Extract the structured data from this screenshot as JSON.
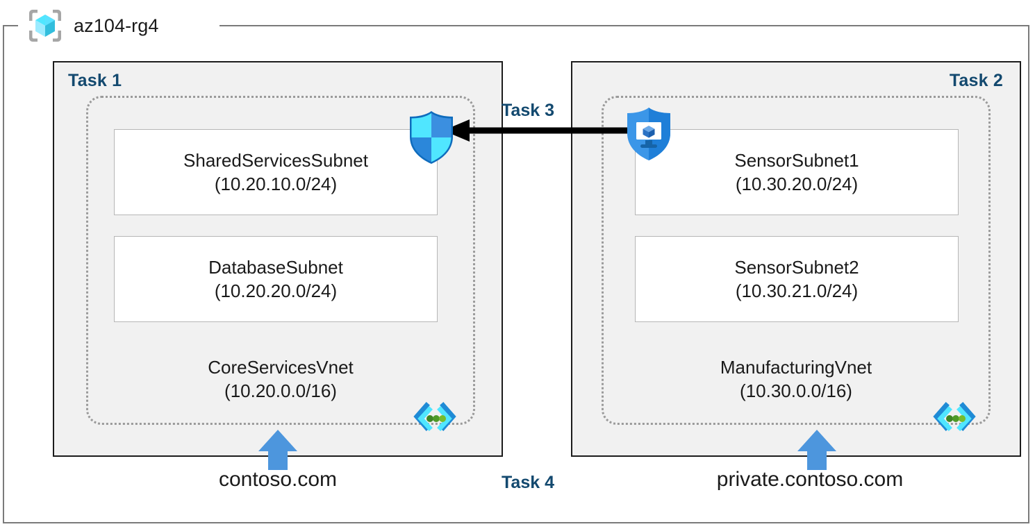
{
  "diagram": {
    "resource_group": {
      "name": "az104-rg4",
      "icon": "resource-group-icon"
    },
    "tasks": [
      {
        "id": "task1",
        "label": "Task 1"
      },
      {
        "id": "task2",
        "label": "Task 2"
      },
      {
        "id": "task3",
        "label": "Task 3"
      },
      {
        "id": "task4",
        "label": "Task 4"
      }
    ],
    "vnets": [
      {
        "id": "vnet1",
        "name": "CoreServicesVnet",
        "cidr": "(10.20.0.0/16)",
        "icon": "virtual-network-icon",
        "subnets": [
          {
            "name": "SharedServicesSubnet",
            "cidr": "(10.20.10.0/24)"
          },
          {
            "name": "DatabaseSubnet",
            "cidr": "(10.20.20.0/24)"
          }
        ]
      },
      {
        "id": "vnet2",
        "name": "ManufacturingVnet",
        "cidr": "(10.30.0.0/16)",
        "icon": "virtual-network-icon",
        "subnets": [
          {
            "name": "SensorSubnet1",
            "cidr": "(10.30.20.0/24)"
          },
          {
            "name": "SensorSubnet2",
            "cidr": "(10.30.21.0/24)"
          }
        ]
      }
    ],
    "security_icons": [
      {
        "id": "nsg",
        "icon": "network-security-group-shield-icon"
      },
      {
        "id": "asg",
        "icon": "application-security-group-shield-icon"
      }
    ],
    "dns_zones": [
      {
        "id": "dns1",
        "label": "contoso.com",
        "icon": "up-arrow-icon"
      },
      {
        "id": "dns2",
        "label": "private.contoso.com",
        "icon": "up-arrow-icon"
      }
    ],
    "connections": [
      {
        "id": "peering",
        "icon": "left-arrow-icon",
        "from": "vnet2",
        "to": "vnet1"
      }
    ],
    "colors": {
      "task_label": "#13496f",
      "frame_border": "#7a7a7a",
      "task_fill": "#f1f1f1",
      "task_border": "#1c1c1c",
      "vnet_border": "#9a9a9a",
      "subnet_border": "#b6b6b6",
      "arrow_blue": "#4d96dd",
      "arrow_black": "#000000",
      "azure_cyan": "#50e6ff",
      "azure_blue": "#0078d4"
    }
  }
}
